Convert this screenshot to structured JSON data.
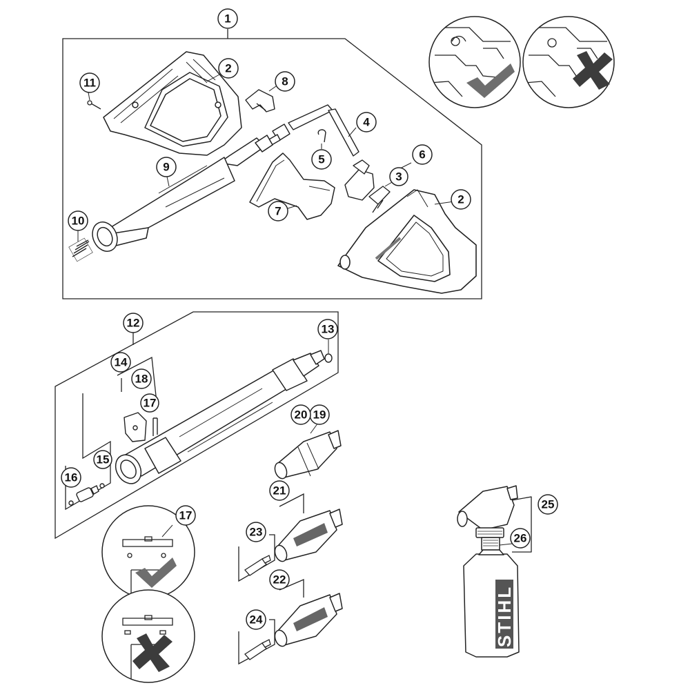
{
  "callouts": {
    "c1": "1",
    "c2a": "2",
    "c2b": "2",
    "c3": "3",
    "c4": "4",
    "c5": "5",
    "c6": "6",
    "c7": "7",
    "c8": "8",
    "c9": "9",
    "c10": "10",
    "c11": "11",
    "c12": "12",
    "c13": "13",
    "c14": "14",
    "c15": "15",
    "c16": "16",
    "c17a": "17",
    "c17b": "17",
    "c18": "18",
    "c19": "19",
    "c20": "20",
    "c21": "21",
    "c22": "22",
    "c23": "23",
    "c24": "24",
    "c25": "25",
    "c26": "26"
  },
  "bottle_brand": "STIHL",
  "colors": {
    "line": "#222222",
    "check": "#6e6e6e",
    "cross": "#3c3c3c",
    "part_fill": "#ffffff"
  },
  "icons": {
    "correct": "check-mark-icon",
    "incorrect": "cross-mark-icon"
  }
}
